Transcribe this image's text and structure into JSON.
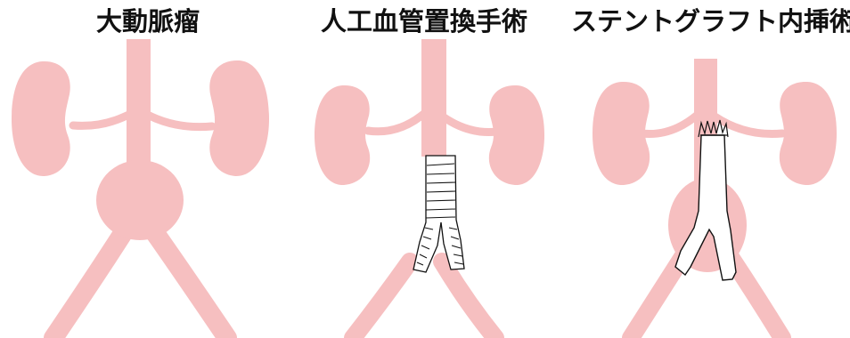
{
  "panels": [
    {
      "title": "大動脈瘤"
    },
    {
      "title": "人工血管置換手術"
    },
    {
      "title": "ステントグラフト内挿術"
    }
  ],
  "colors": {
    "tissue": "#f6bfc0",
    "background": "#ffffff",
    "outline": "#111111",
    "text": "#111111"
  }
}
